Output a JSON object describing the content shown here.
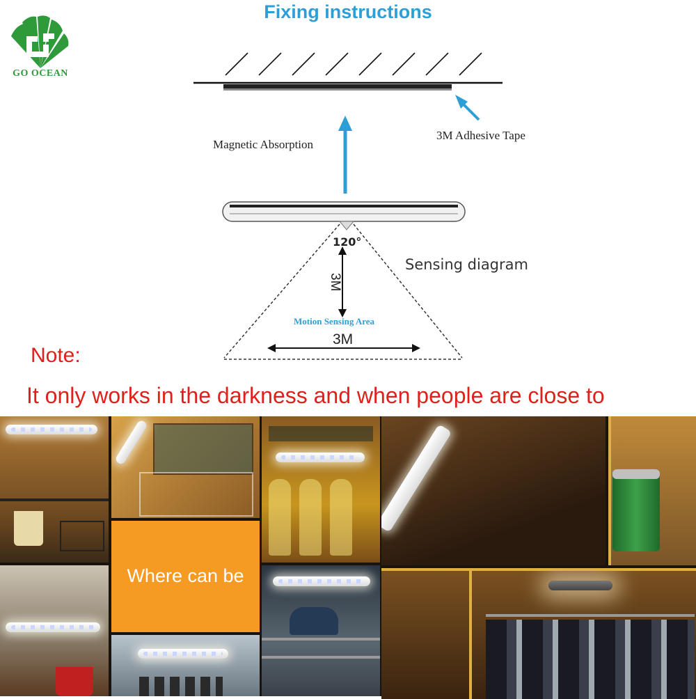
{
  "brand": {
    "name": "GO OCEAN",
    "colors": {
      "leaf": "#2f9a3a",
      "accent": "#2e9fd6",
      "note": "#e0201a"
    }
  },
  "title": "Fixing instructions",
  "labels": {
    "magnetic": "Magnetic Absorption",
    "tape": "3M Adhesive Tape",
    "sensing": "Sensing diagram",
    "angle": "120°",
    "distance_vertical": "3M",
    "area": "Motion Sensing Area",
    "distance_horizontal": "3M"
  },
  "note": {
    "title": "Note:",
    "text": "It only works in the darkness and when people are close to"
  },
  "photos": {
    "caption": "Where can be",
    "scenes": [
      "kitchen-shelf",
      "drawer",
      "wine-bottles",
      "lit-cabinet-corner",
      "tin-can",
      "plastic-bins",
      "shoe-shelf",
      "wardrobe-hangers",
      "closet-clothes"
    ]
  }
}
